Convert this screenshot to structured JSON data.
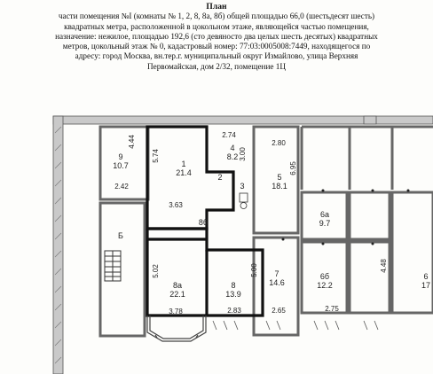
{
  "header": {
    "title": "План",
    "lines": [
      "части помещения №I (комнаты № 1, 2, 8, 8а, 8б) общей площадью 66,0 (шестьдесят шесть)",
      "квадратных метра, расположенной в цокольном этаже, являющейся частью помещения,",
      "назначение: нежилое, площадью 192,6 (сто девяносто два целых шесть десятых) квадратных",
      "метров, цокольный этаж № 0, кадастровый номер: 77:03:0005008:7449, находящегося по",
      "адресу: город Москва, вн.тер.г. муниципальный округ Измайлово, улица Верхняя",
      "Первомайская, дом 2/32, помещение 1Ц"
    ]
  },
  "plan": {
    "rooms": [
      {
        "id": "room-9",
        "num": "9",
        "area": "10.7"
      },
      {
        "id": "room-1",
        "num": "1",
        "area": "21.4"
      },
      {
        "id": "room-2",
        "num": "2",
        "area": ""
      },
      {
        "id": "room-3",
        "num": "3",
        "area": ""
      },
      {
        "id": "room-4",
        "num": "4",
        "area": "8.2"
      },
      {
        "id": "room-5",
        "num": "5",
        "area": "18.1"
      },
      {
        "id": "room-b",
        "num": "Б",
        "area": ""
      },
      {
        "id": "room-8b",
        "num": "8б",
        "area": ""
      },
      {
        "id": "room-8a",
        "num": "8а",
        "area": "22.1"
      },
      {
        "id": "room-8",
        "num": "8",
        "area": "13.9"
      },
      {
        "id": "room-7",
        "num": "7",
        "area": "14.6"
      },
      {
        "id": "room-6a",
        "num": "6а",
        "area": "9.7"
      },
      {
        "id": "room-6b",
        "num": "6б",
        "area": "12.2"
      },
      {
        "id": "room-6v",
        "num": "6",
        "area": "17"
      }
    ],
    "dimensions": {
      "d_4_44": "4.44",
      "d_2_42": "2.42",
      "d_5_74": "5.74",
      "d_3_63": "3.63",
      "d_2_74": "2.74",
      "d_3_00": "3.00",
      "d_2_80": "2.80",
      "d_6_95": "6.95",
      "d_5_02": "5.02",
      "d_3_78": "3.78",
      "d_5_00": "5.00",
      "d_2_83": "2.83",
      "d_2_65": "2.65",
      "d_2_75": "2.75",
      "d_4_48": "4.48"
    }
  }
}
